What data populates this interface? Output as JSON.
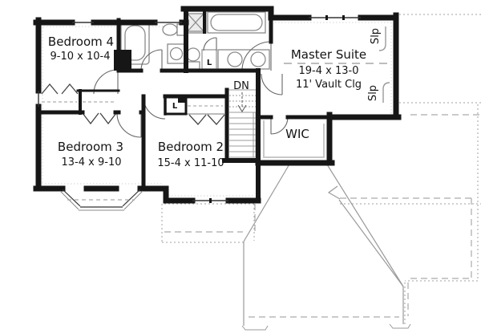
{
  "rooms": {
    "bedroom4": {
      "name": "Bedroom 4",
      "dims": "9-10 x 10-4"
    },
    "master_suite": {
      "name": "Master Suite",
      "dims": "19-4 x 13-0",
      "ceiling": "11' Vault Clg"
    },
    "bedroom3": {
      "name": "Bedroom 3",
      "dims": "13-4 x 9-10"
    },
    "bedroom2": {
      "name": "Bedroom 2",
      "dims": "15-4 x 11-10"
    },
    "wic": {
      "name": "WIC"
    }
  },
  "labels": {
    "stairs_down": "DN",
    "linen_master_bath": "L",
    "linen_bedroom2": "L",
    "slope_upper": "Slp",
    "slope_lower": "Slp"
  },
  "colors": {
    "background": "#ffffff",
    "walls": "#161616",
    "text": "#141414",
    "fixtures": "#8a8a8a",
    "roof_lines": "#9a9a9a",
    "ridge_dashed": "#bdbdbd"
  }
}
